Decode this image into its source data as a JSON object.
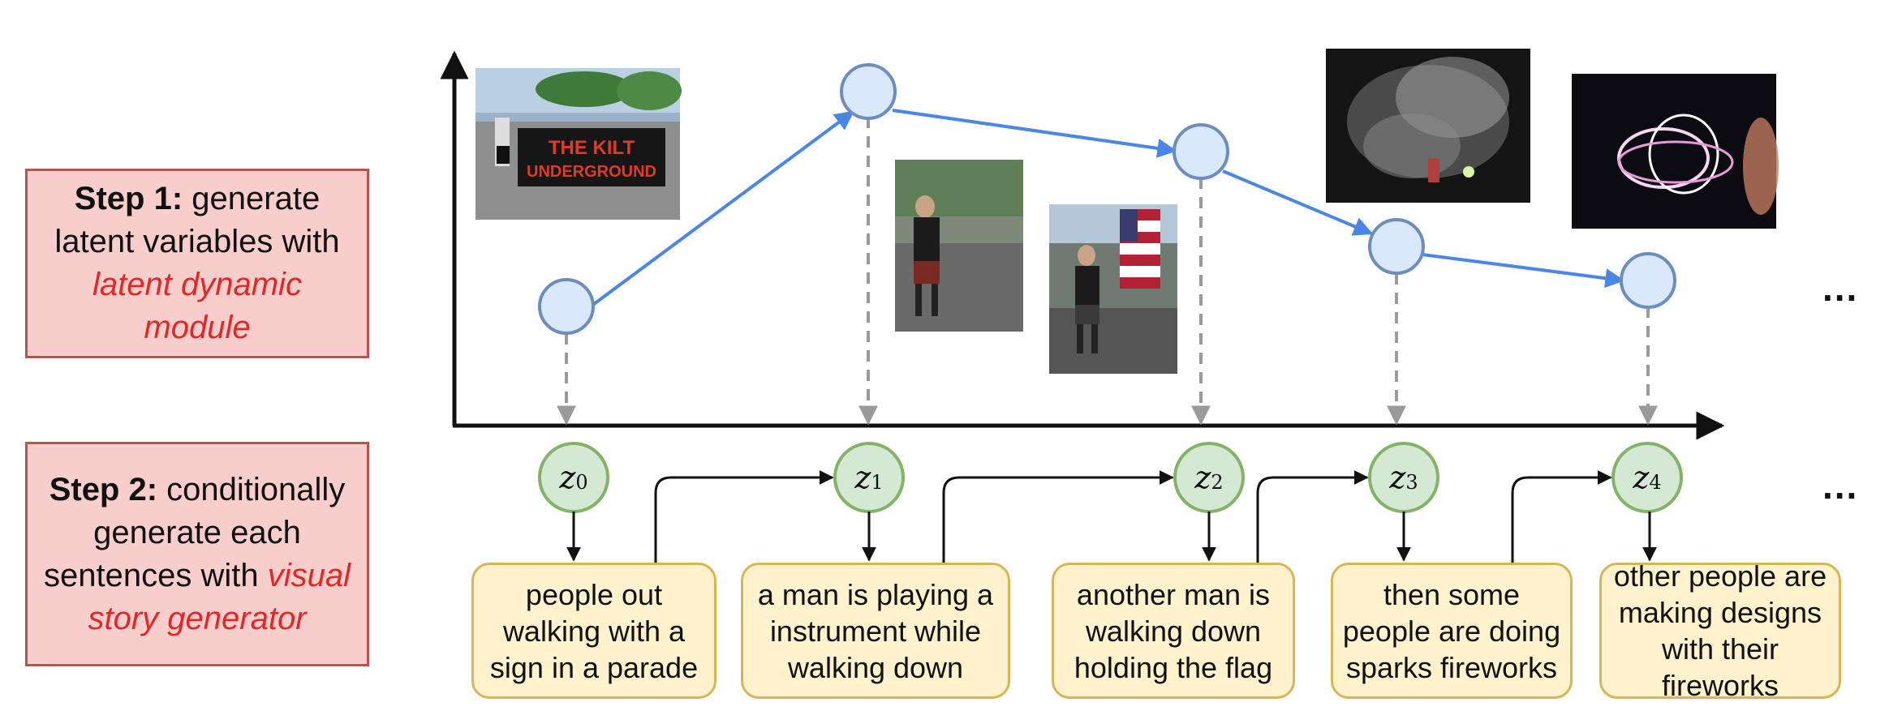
{
  "steps": {
    "step1": {
      "head": "Step 1:",
      "text_a": "generate latent variables with",
      "emphasis": "latent dynamic module"
    },
    "step2": {
      "head": "Step 2:",
      "text_a": "conditionally generate each sentences with",
      "emphasis": "visual story generator"
    }
  },
  "latent_nodes": [
    "z",
    "z",
    "z",
    "z",
    "z"
  ],
  "latent_subscripts": [
    "0",
    "1",
    "2",
    "3",
    "4"
  ],
  "sentences": [
    "people out walking with a sign in a parade",
    "a man is playing a instrument while walking down",
    "another man is walking down holding the flag",
    "then some people are doing sparks fireworks",
    "other people are making designs with their fireworks"
  ],
  "photo_banner_text": [
    "THE KILT",
    "UNDERGROUND"
  ],
  "ellipsis": [
    "...",
    "..."
  ],
  "colors": {
    "trajectory": "#4a86e8",
    "node_fill": "#dae8fc",
    "node_stroke": "#6c8ebf",
    "z_fill": "#d5e8d4",
    "z_stroke": "#82b366",
    "sentence_fill": "#fff2cc",
    "sentence_stroke": "#d6b656",
    "step_fill": "#f8cecc",
    "step_stroke": "#b85450",
    "emphasis_text": "#e32626"
  }
}
